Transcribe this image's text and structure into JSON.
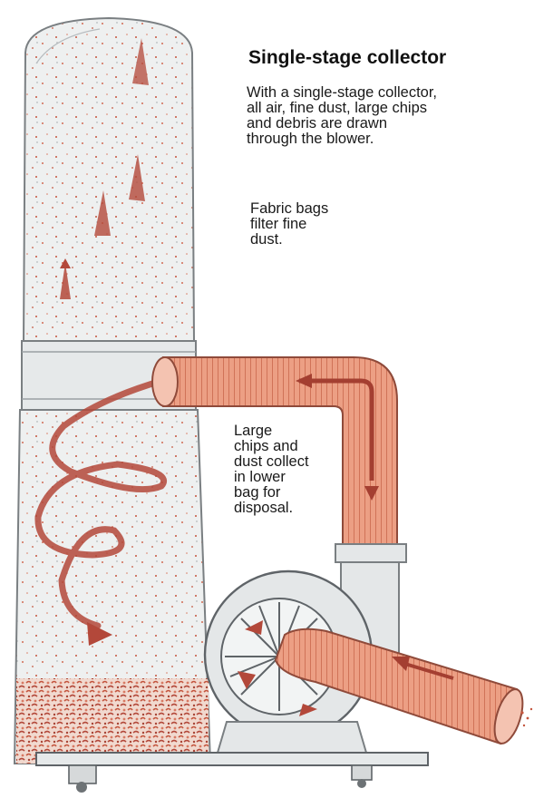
{
  "title": "Single-stage collector",
  "callouts": {
    "intro": [
      "With a single-stage collector,",
      "all air, fine dust, large chips",
      "and debris are drawn",
      "through the blower."
    ],
    "fabric": [
      "Fabric bags",
      "filter fine",
      "dust."
    ],
    "large_chips": [
      "Large",
      "chips and",
      "dust collect",
      "in lower",
      "bag for",
      "disposal."
    ]
  },
  "colors": {
    "bag": "#eceeee",
    "bag_outline": "#7a7f82",
    "hose": "#e9967a",
    "hose_dark": "#c0614a",
    "chips": "#c4553e",
    "metal": "#e4e7e8",
    "text": "#1a1a1a"
  }
}
